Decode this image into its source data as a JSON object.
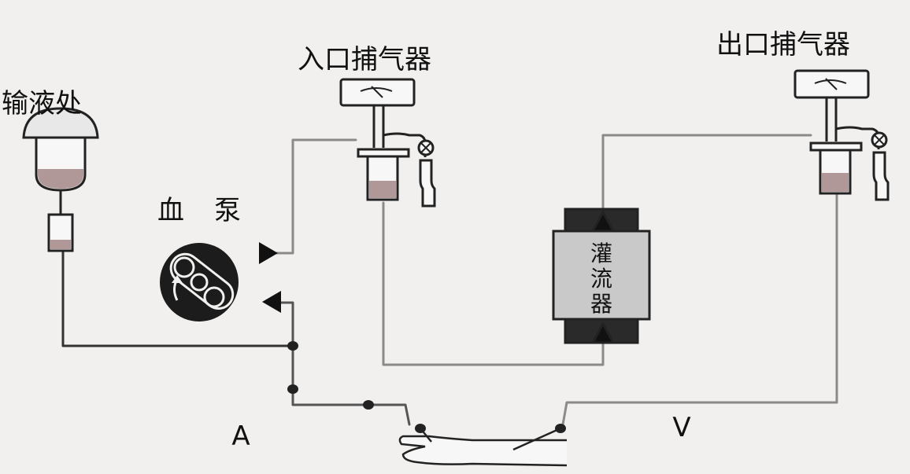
{
  "labels": {
    "infusion": "输液处",
    "blood_pump_1": "血",
    "blood_pump_2": "泵",
    "inlet_trap": "入口捕气器",
    "outlet_trap": "出口捕气器",
    "perfusion_1": "灌",
    "perfusion_2": "流",
    "perfusion_3": "器",
    "arterial": "A",
    "venous": "V"
  },
  "colors": {
    "background": "#f1f0ee",
    "tube_dark": "#333333",
    "tube_light": "#8a8a8a",
    "fluid": "#b09898",
    "outline": "#222222",
    "perfusion_body": "#c9c9c9"
  }
}
